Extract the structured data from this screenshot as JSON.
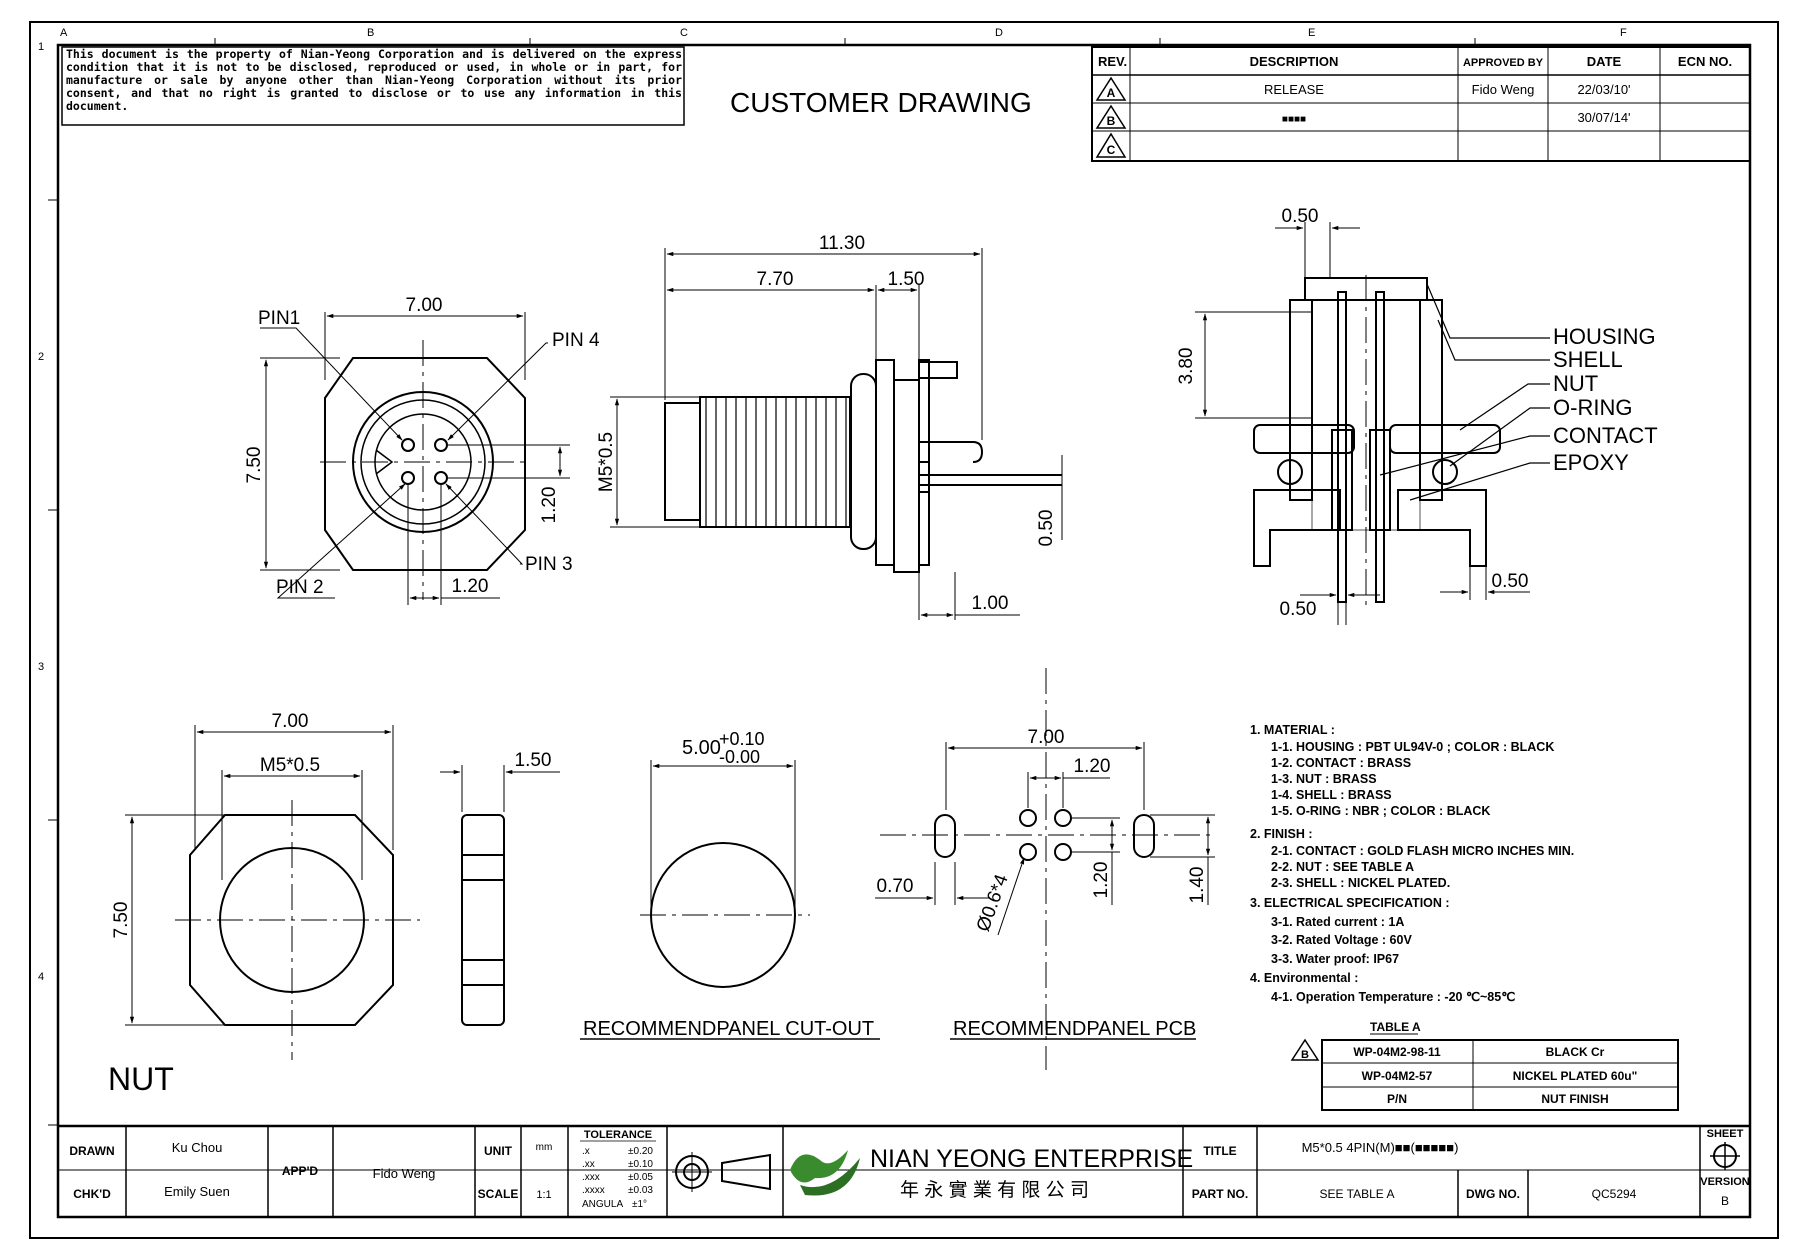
{
  "notice": "This document is the property of Nian-Yeong Corporation and is delivered on the express condition that it is not to be disclosed, reproduced or used, in whole or in part, for manufacture or sale by anyone other than Nian-Yeong Corporation without its prior consent, and that no right is granted to disclose or to use any information in this document.",
  "drawing_title": "CUSTOMER DRAWING",
  "grid": {
    "columns": [
      "A",
      "B",
      "C",
      "D",
      "E",
      "F"
    ],
    "rows": [
      "1",
      "2",
      "3",
      "4"
    ]
  },
  "revision_table": {
    "headers": [
      "REV.",
      "DESCRIPTION",
      "APPROVED BY",
      "DATE",
      "ECN NO."
    ],
    "rows": [
      {
        "rev": "A",
        "description": "RELEASE",
        "approved": "Fido Weng",
        "date": "22/03/10'",
        "ecn": ""
      },
      {
        "rev": "B",
        "description": "■■■■",
        "approved": "",
        "date": "30/07/14'",
        "ecn": ""
      },
      {
        "rev": "C",
        "description": "",
        "approved": "",
        "date": "",
        "ecn": ""
      }
    ]
  },
  "views": {
    "front": {
      "width": "7.00",
      "height": "7.50",
      "pin_spacing_v": "1.20",
      "pin_spacing_h": "1.20",
      "pin1": "PIN1",
      "pin2": "PIN 2",
      "pin3": "PIN 3",
      "pin4": "PIN 4"
    },
    "side": {
      "overall": "11.30",
      "thread_len": "7.70",
      "flange": "1.50",
      "thread": "M5*0.5",
      "pin_dia": "0.50",
      "pin_len": "1.00"
    },
    "section": {
      "top": "0.50",
      "height": "3.80",
      "bottom_left": "0.50",
      "bottom_right": "0.50",
      "labels": [
        "HOUSING",
        "SHELL",
        "NUT",
        "O-RING",
        "CONTACT",
        "EPOXY"
      ]
    },
    "nut": {
      "width": "7.00",
      "thread": "M5*0.5",
      "height": "7.50",
      "thickness": "1.50",
      "caption": "NUT"
    },
    "cutout": {
      "dia": "5.00",
      "tol_plus": "+0.10",
      "tol_minus": "-0.00",
      "caption": "RECOMMENDPANEL CUT-OUT"
    },
    "pcb": {
      "width": "7.00",
      "spacing": "1.20",
      "spacing_v": "1.20",
      "slot": "0.70",
      "slot_h": "1.40",
      "hole": "Ø0.6*4",
      "caption": "RECOMMENDPANEL PCB"
    }
  },
  "notes": [
    "1. MATERIAL :",
    "1-1. HOUSING : PBT UL94V-0 ; COLOR : BLACK",
    "1-2. CONTACT : BRASS",
    "1-3. NUT : BRASS",
    "1-4. SHELL : BRASS",
    "1-5. O-RING : NBR ; COLOR : BLACK",
    "2. FINISH :",
    "2-1. CONTACT : GOLD FLASH MICRO INCHES MIN.",
    "2-2. NUT : SEE TABLE A",
    "2-3. SHELL : NICKEL PLATED.",
    "3. ELECTRICAL SPECIFICATION :",
    "3-1. Rated current : 1A",
    "3-2. Rated Voltage : 60V",
    "3-3. Water proof: IP67",
    "4. Environmental :",
    "4-1. Operation Temperature : -20 ℃~85℃"
  ],
  "table_a": {
    "title": "TABLE A",
    "rev_mark": "B",
    "rows": [
      {
        "pn": "WP-04M2-98-11",
        "finish": "BLACK Cr"
      },
      {
        "pn": "WP-04M2-57",
        "finish": "NICKEL PLATED 60u\""
      }
    ],
    "header_pn": "P/N",
    "header_finish": "NUT FINISH"
  },
  "title_block": {
    "drawn_label": "DRAWN",
    "drawn_by": "Ku Chou",
    "checked_label": "CHK'D",
    "checked_by": "Emily Suen",
    "approved_label": "APP'D",
    "approved_by": "Fido Weng",
    "unit_label": "UNIT",
    "unit": "mm",
    "scale_label": "SCALE",
    "scale": "1:1",
    "tolerance_title": "TOLERANCE",
    "tolerances": [
      [
        ".x",
        "±0.20"
      ],
      [
        ".xx",
        "±0.10"
      ],
      [
        ".xxx",
        "±0.05"
      ],
      [
        ".xxxx",
        "±0.03"
      ],
      [
        "ANGULA",
        "±1°"
      ]
    ],
    "company": "NIAN YEONG ENTERPRISE",
    "company_cn": "年 永 實 業 有 限 公 司",
    "title_label": "TITLE",
    "title": "M5*0.5 4PIN(M)■■(■■■■■)",
    "part_label": "PART NO.",
    "part_no": "SEE TABLE A",
    "dwg_label": "DWG NO.",
    "dwg_no": "QC5294",
    "sheet_label": "SHEET",
    "version_label": "VERSION",
    "version": "B"
  }
}
